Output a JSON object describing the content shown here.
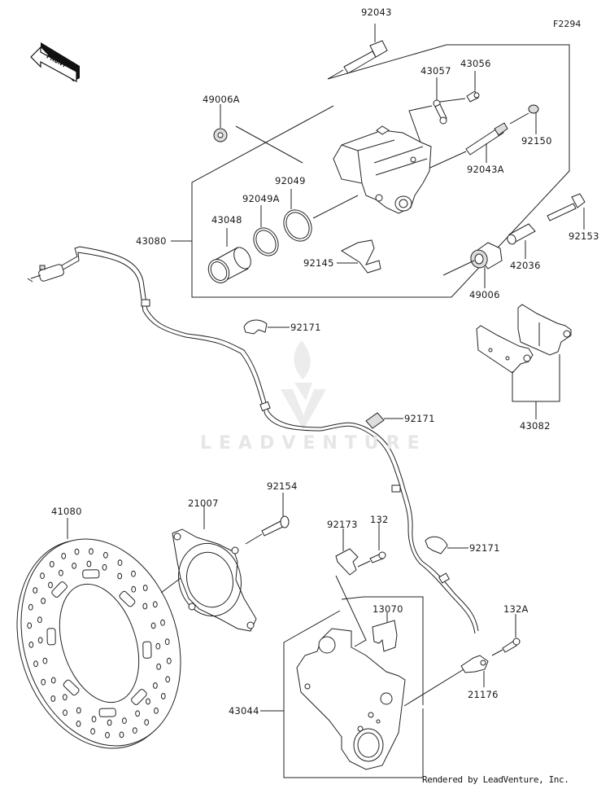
{
  "figure_id": "F2294",
  "footer": "Rendered by LeadVenture, Inc.",
  "watermark": "LEADVENTURE",
  "front_indicator": "FRONT",
  "colors": {
    "line": "#222222",
    "watermark": "#e6e6e6",
    "background": "#ffffff"
  },
  "parts": [
    {
      "id": "92043",
      "label": "92043"
    },
    {
      "id": "43057",
      "label": "43057"
    },
    {
      "id": "43056",
      "label": "43056"
    },
    {
      "id": "49006A",
      "label": "49006A"
    },
    {
      "id": "92150",
      "label": "92150"
    },
    {
      "id": "92043A",
      "label": "92043A"
    },
    {
      "id": "92049",
      "label": "92049"
    },
    {
      "id": "92049A",
      "label": "92049A"
    },
    {
      "id": "43048",
      "label": "43048"
    },
    {
      "id": "43080",
      "label": "43080"
    },
    {
      "id": "92145",
      "label": "92145"
    },
    {
      "id": "92153",
      "label": "92153"
    },
    {
      "id": "42036",
      "label": "42036"
    },
    {
      "id": "49006",
      "label": "49006"
    },
    {
      "id": "92171a",
      "label": "92171"
    },
    {
      "id": "92171b",
      "label": "92171"
    },
    {
      "id": "43082",
      "label": "43082"
    },
    {
      "id": "92154",
      "label": "92154"
    },
    {
      "id": "21007",
      "label": "21007"
    },
    {
      "id": "41080",
      "label": "41080"
    },
    {
      "id": "92173",
      "label": "92173"
    },
    {
      "id": "132",
      "label": "132"
    },
    {
      "id": "92171c",
      "label": "92171"
    },
    {
      "id": "13070",
      "label": "13070"
    },
    {
      "id": "132A",
      "label": "132A"
    },
    {
      "id": "21176",
      "label": "21176"
    },
    {
      "id": "43044",
      "label": "43044"
    }
  ]
}
